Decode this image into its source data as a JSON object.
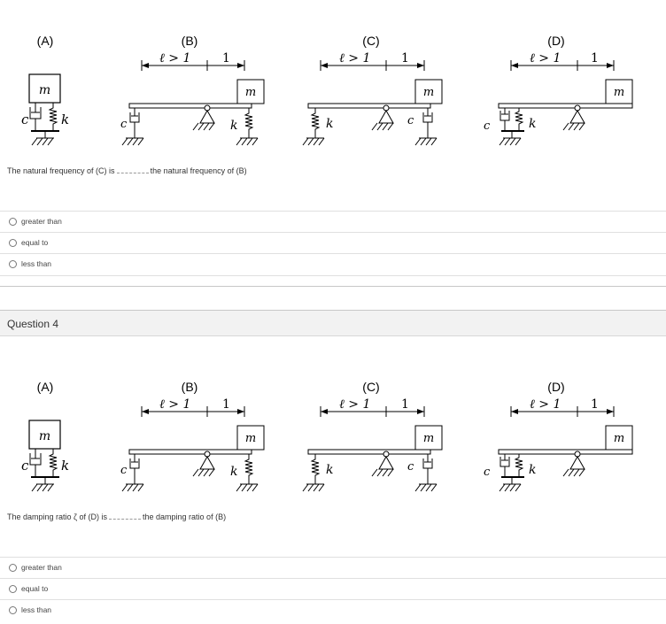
{
  "figure": {
    "panels": [
      "(A)",
      "(B)",
      "(C)",
      "(D)"
    ],
    "dim_long": "ℓ > 1",
    "dim_short": "1",
    "mass": "m",
    "spring": "k",
    "damper": "c"
  },
  "question3": {
    "prompt_before": "The natural frequency of (C) is",
    "prompt_after": "the natural frequency of (B)",
    "options": [
      "greater than",
      "equal to",
      "less than"
    ]
  },
  "question4": {
    "header": "Question 4",
    "prompt_before": "The damping ratio ζ of (D) is",
    "prompt_after": "the damping ratio of (B)",
    "options": [
      "greater than",
      "equal to",
      "less than"
    ]
  },
  "colors": {
    "header_bg": "#f2f2f2",
    "border": "#c8c8c8",
    "text": "#333333"
  }
}
